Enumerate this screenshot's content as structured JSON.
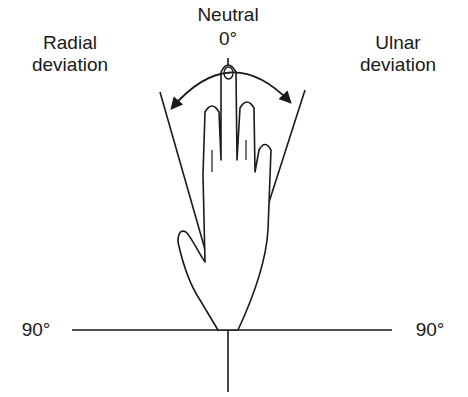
{
  "diagram": {
    "labels": [
      "Neutral",
      "0°",
      "Radial deviation",
      "Ulnar deviation",
      "90°",
      "90°"
    ]
  }
}
